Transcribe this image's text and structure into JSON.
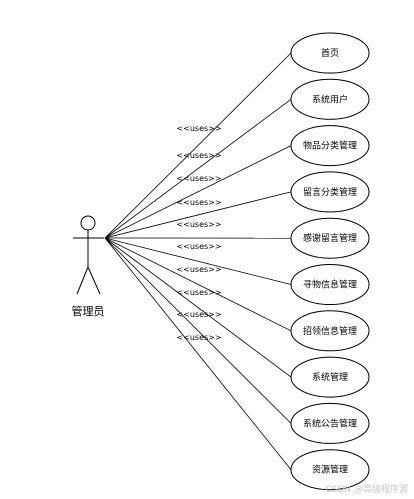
{
  "actor": {
    "label": "管理员"
  },
  "relation_label": "<<uses>>",
  "use_cases": [
    {
      "label": "首页"
    },
    {
      "label": "系统用户"
    },
    {
      "label": "物品分类管理"
    },
    {
      "label": "留言分类管理"
    },
    {
      "label": "感谢留言管理"
    },
    {
      "label": "寻物信息管理"
    },
    {
      "label": "招领信息管理"
    },
    {
      "label": "系统管理"
    },
    {
      "label": "系统公告管理"
    },
    {
      "label": "资源管理"
    }
  ],
  "watermark": "CSDN @高级程序源"
}
